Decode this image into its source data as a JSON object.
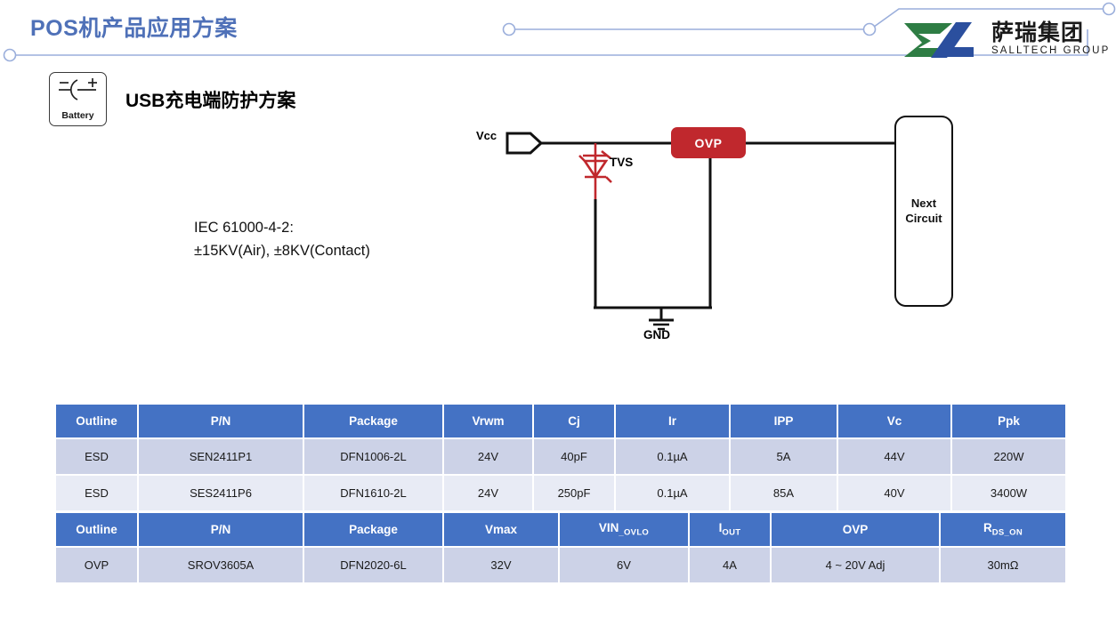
{
  "header": {
    "title": "POS机产品应用方案",
    "title_color": "#4f71b8",
    "logo": {
      "cn_name": "萨瑞集团",
      "en_name": "SALLTECH GROUP",
      "green": "#2e7d44",
      "blue": "#2b4f9e"
    }
  },
  "battery_icon": {
    "label": "Battery",
    "minus": "−",
    "plus": "+"
  },
  "section": {
    "heading_latin": "USB",
    "heading_cn": "充电端防护方案"
  },
  "spec_note": {
    "line1": "IEC 61000-4-2:",
    "line2": "±15KV(Air), ±8KV(Contact)"
  },
  "circuit": {
    "vcc_label": "Vcc",
    "tvs_label": "TVS",
    "gnd_label": "GND",
    "ovp_label": "OVP",
    "ovp_color": "#c0282d",
    "tvs_color": "#c0282d",
    "next_circuit_line1": "Next",
    "next_circuit_line2": "Circuit"
  },
  "tables": [
    {
      "id": "esd",
      "headers": [
        "Outline",
        "P/N",
        "Package",
        "Vrwm",
        "Cj",
        "Ir",
        "IPP",
        "Vc",
        "Ppk"
      ],
      "rows": [
        [
          "ESD",
          "SEN2411P1",
          "DFN1006-2L",
          "24V",
          "40pF",
          "0.1µA",
          "5A",
          "44V",
          "220W"
        ],
        [
          "ESD",
          "SES2411P6",
          "DFN1610-2L",
          "24V",
          "250pF",
          "0.1µA",
          "85A",
          "40V",
          "3400W"
        ]
      ]
    },
    {
      "id": "ovp",
      "headers_rich": [
        {
          "main": "Outline",
          "sub": ""
        },
        {
          "main": "P/N",
          "sub": ""
        },
        {
          "main": "Package",
          "sub": ""
        },
        {
          "main": "Vmax",
          "sub": ""
        },
        {
          "main": "VIN",
          "sub": "_OVLO"
        },
        {
          "main": "I",
          "sub": "OUT"
        },
        {
          "main": "OVP",
          "sub": ""
        },
        {
          "main": "R",
          "sub": "DS_ON"
        }
      ],
      "rows": [
        [
          "OVP",
          "SROV3605A",
          "DFN2020-6L",
          "32V",
          "6V",
          "4A",
          "4 ~ 20V Adj",
          "30mΩ"
        ]
      ]
    }
  ],
  "theme": {
    "table_header_bg": "#4472c4",
    "row_odd_bg": "#ccd2e7",
    "row_even_bg": "#e8ebf5",
    "deco_line": "#9aaedb"
  }
}
